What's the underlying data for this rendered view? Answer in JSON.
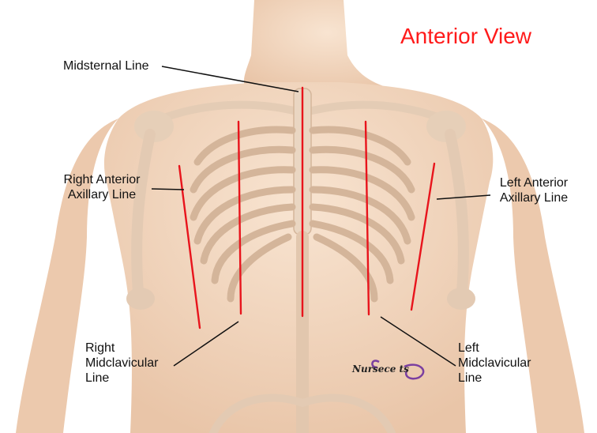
{
  "title": "Anterior View",
  "labels": {
    "midsternal": "Midsternal Line",
    "right_anterior_axillary": [
      "Right Anterior",
      "Axillary Line"
    ],
    "left_anterior_axillary": [
      "Left Anterior",
      "Axillary Line"
    ],
    "right_midclavicular": [
      "Right",
      "Midclavicular",
      "Line"
    ],
    "left_midclavicular": [
      "Left",
      "Midclavicular",
      "Line"
    ]
  },
  "watermark": "Nursece ts",
  "colors": {
    "title": "#ff1a1a",
    "reference_line": "#e8141c",
    "leader": "#111111",
    "skin": "#f3d9c2",
    "bone": "#e9d2bd"
  }
}
